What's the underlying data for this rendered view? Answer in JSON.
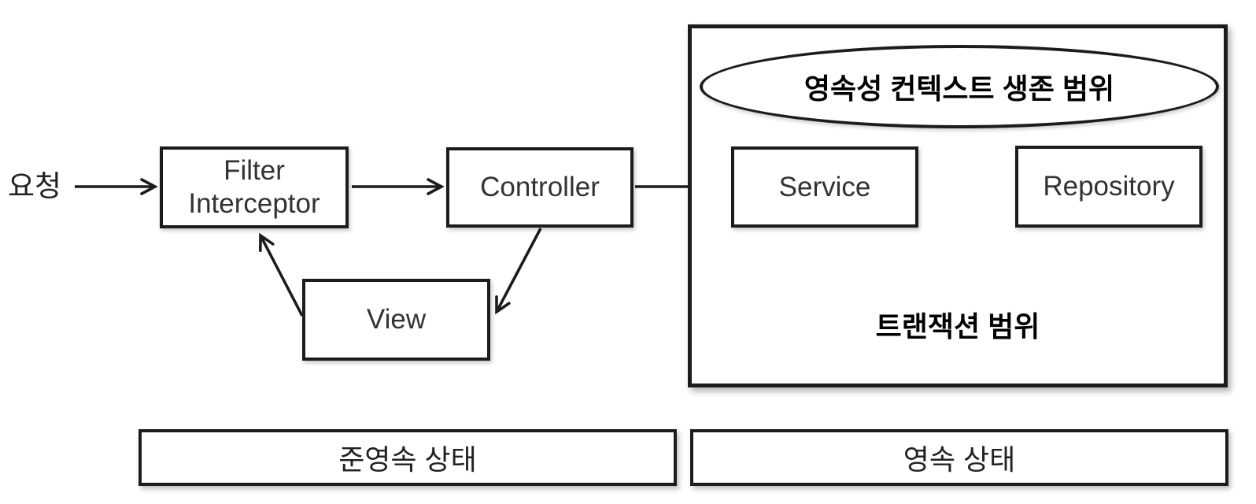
{
  "diagram": {
    "request_label": "요청",
    "nodes": {
      "filter_interceptor": {
        "line1": "Filter",
        "line2": "Interceptor"
      },
      "controller": {
        "label": "Controller"
      },
      "view": {
        "label": "View"
      },
      "service": {
        "label": "Service"
      },
      "repository": {
        "label": "Repository"
      }
    },
    "persistence_context_label": "영속성 컨텍스트 생존 범위",
    "transaction_scope_label": "트랜잭션 범위",
    "detached_state_label": "준영속 상태",
    "persistent_state_label": "영속 상태",
    "edges": [
      {
        "from": "request",
        "to": "filter-interceptor"
      },
      {
        "from": "filter-interceptor",
        "to": "controller"
      },
      {
        "from": "controller",
        "to": "service"
      },
      {
        "from": "service",
        "to": "repository"
      },
      {
        "from": "controller",
        "to": "view"
      },
      {
        "from": "view",
        "to": "filter-interceptor"
      }
    ],
    "colors": {
      "stroke": "#1c1c1c",
      "background": "#ffffff",
      "text": "#333333"
    }
  }
}
